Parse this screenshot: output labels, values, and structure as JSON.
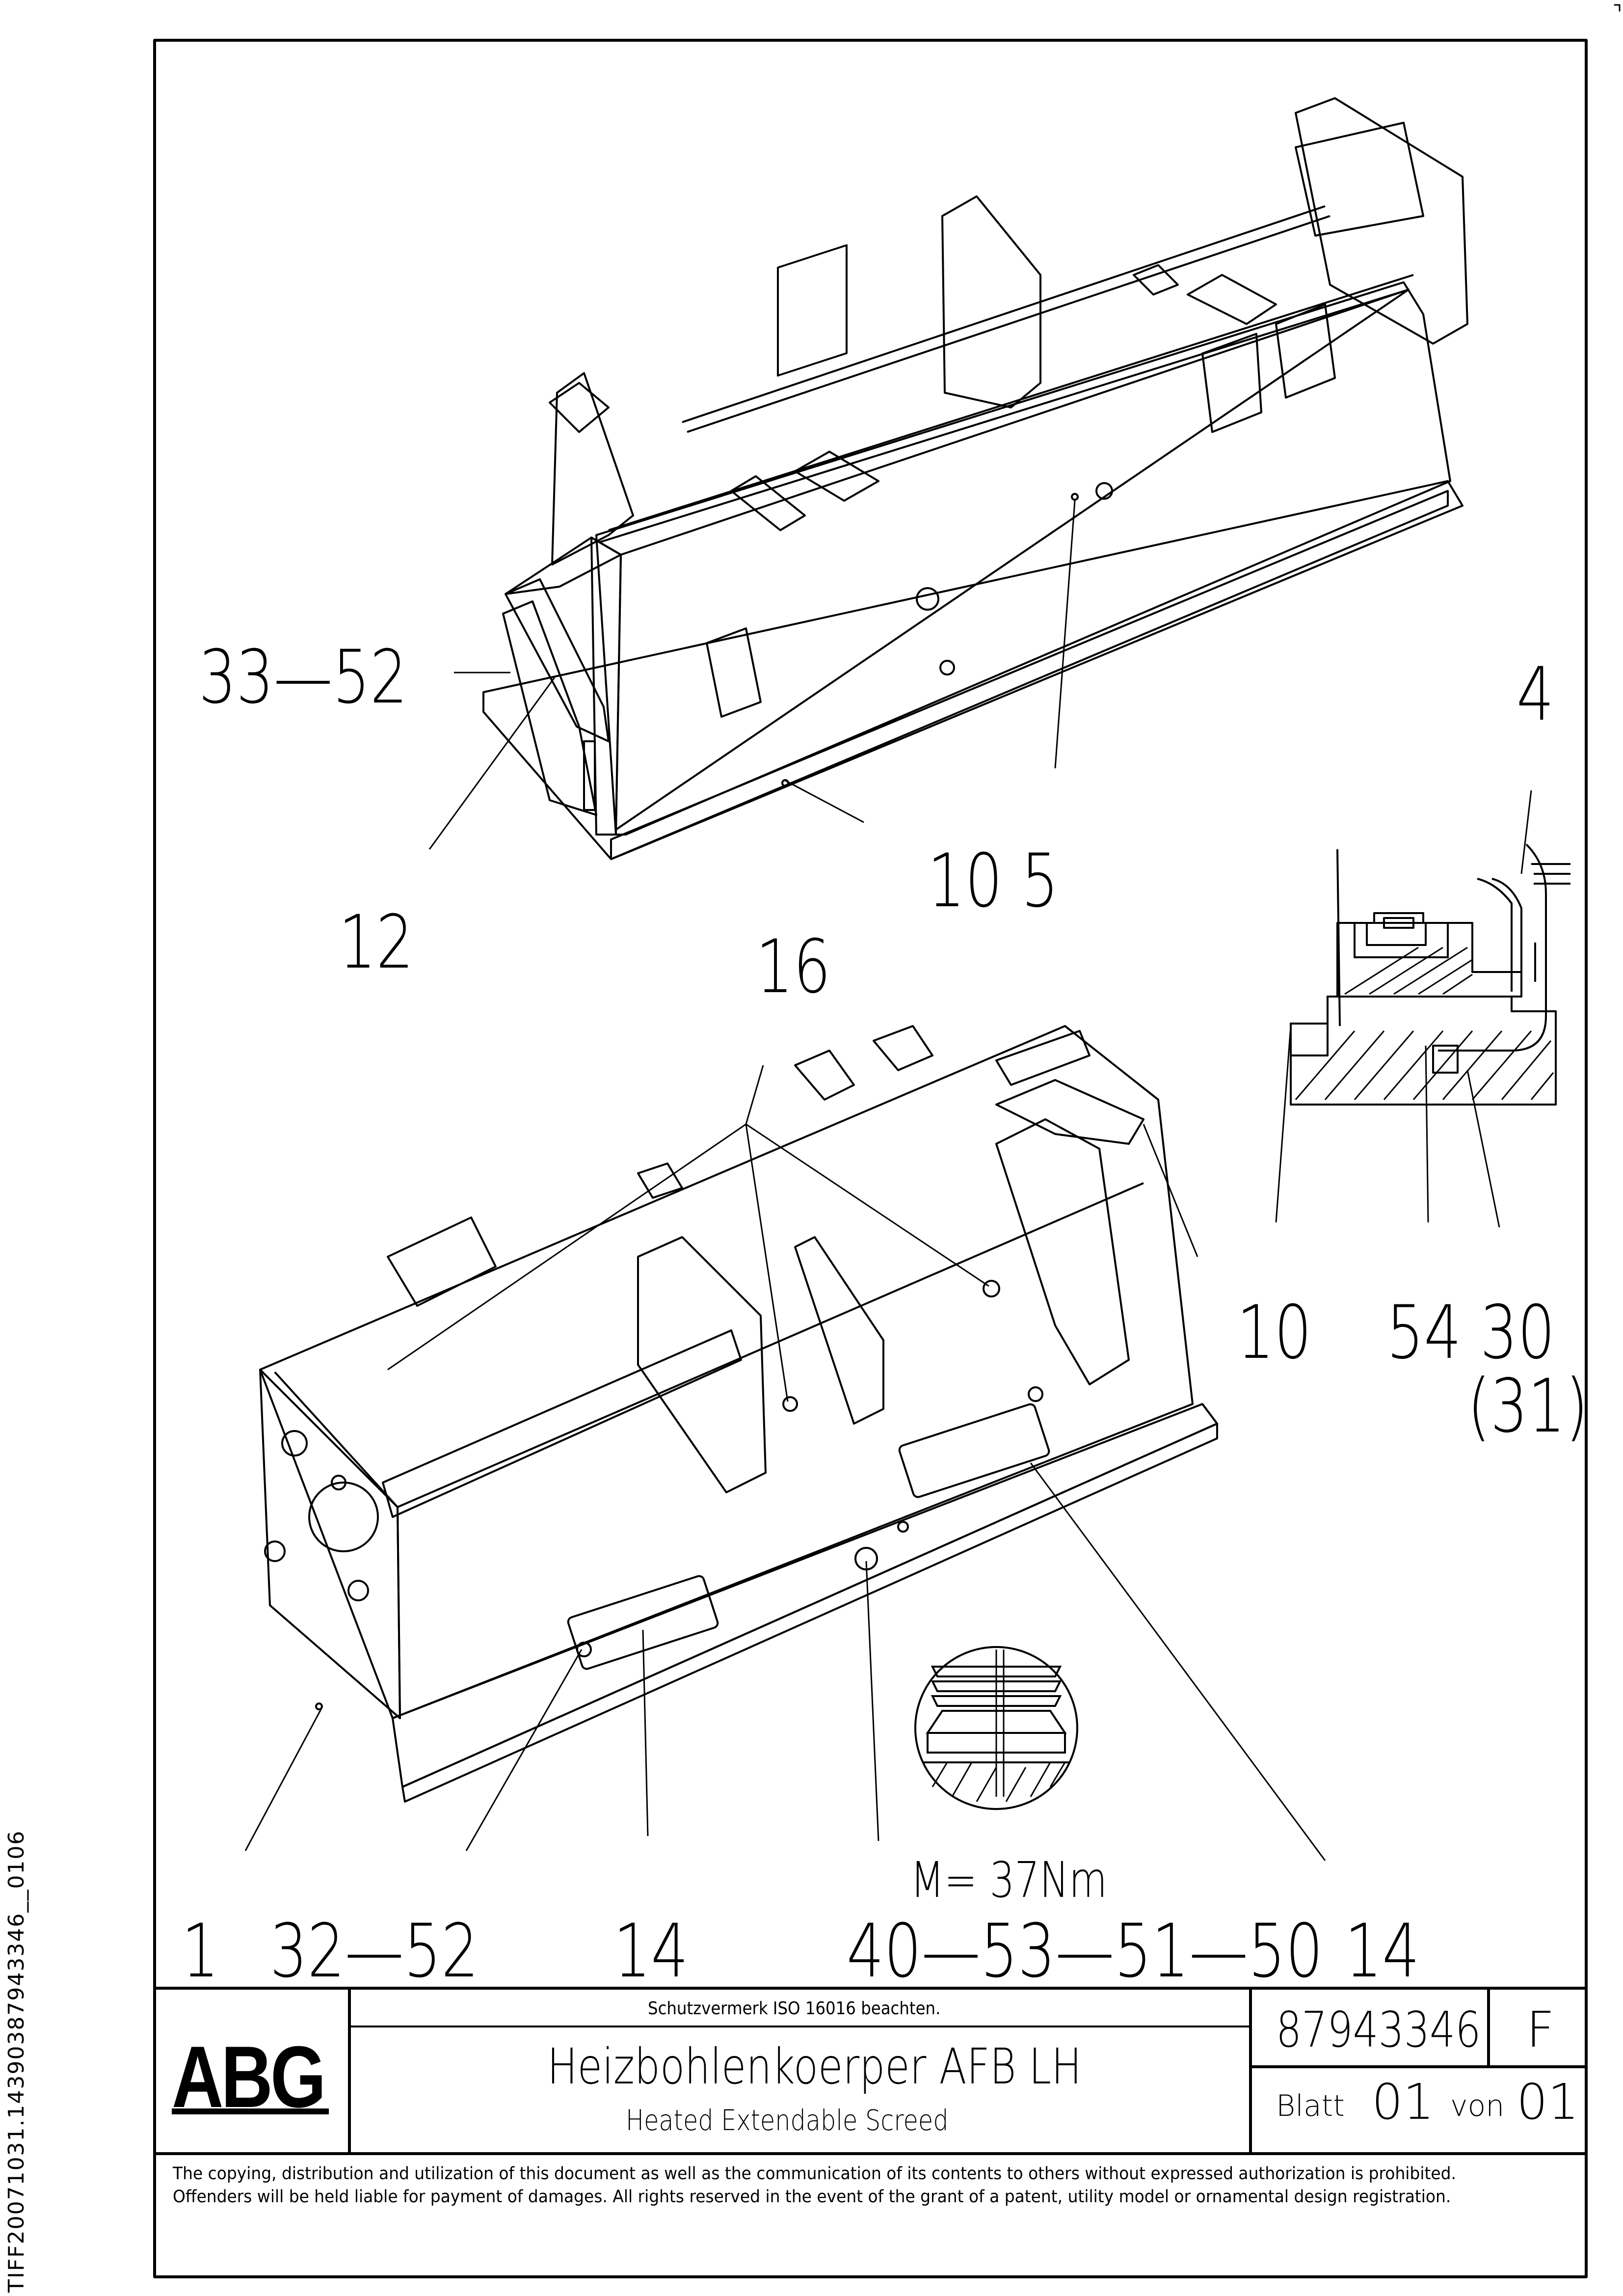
{
  "callouts": {
    "c_33_52": "33—52",
    "c_12": "12",
    "c_4": "4",
    "c_10_5": "10  5",
    "c_16": "16",
    "c_10": "10",
    "c_54_30": "54 30",
    "c_31": "(31)",
    "c_1": "1",
    "c_32_52": "32—52",
    "c_14a": "14",
    "c_40_53_51_50": "40—53—51—50",
    "c_14b": "14"
  },
  "torque": "M= 37Nm",
  "title_block": {
    "logo": "ABG",
    "protection_note": "Schutzvermerk ISO 16016 beachten.",
    "title_de": "Heizbohlenkoerper AFB LH",
    "title_en": "Heated Extendable Screed",
    "drawing_number": "87943346",
    "revision": "F",
    "sheet_label": "Blatt",
    "sheet_no": "01",
    "of_label": "von",
    "sheet_total": "01",
    "notice": "The copying, distribution and utilization of this document as well as the communication of its contents to others without expressed authorization is prohibited. Offenders will be held liable for payment of damages. All rights reserved in the event of the grant of a patent, utility model or ornamental design registration."
  },
  "file_id": "TIFF20071031.14390387943346__0106"
}
